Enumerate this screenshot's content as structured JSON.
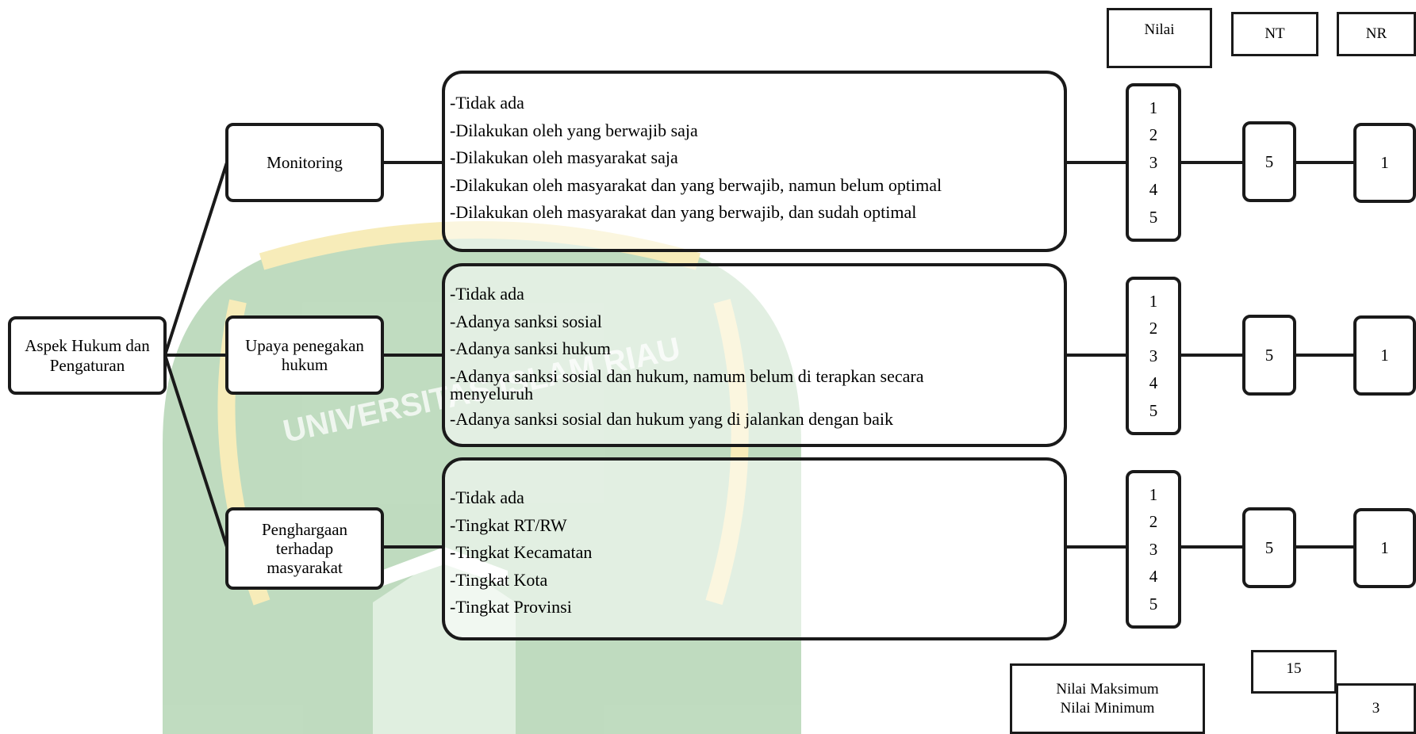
{
  "root": {
    "label": "Aspek Hukum dan Pengaturan"
  },
  "headers": {
    "nilai": "Nilai",
    "nt": "NT",
    "nr": "NR"
  },
  "criteria": [
    {
      "label": "Monitoring",
      "options": [
        "-Tidak ada",
        "-Dilakukan oleh yang berwajib saja",
        "-Dilakukan oleh masyarakat saja",
        "-Dilakukan oleh masyarakat dan yang berwajib, namun belum optimal",
        "-Dilakukan oleh masyarakat dan yang berwajib, dan sudah optimal"
      ],
      "values": [
        "1",
        "2",
        "3",
        "4",
        "5"
      ],
      "nt": "5",
      "nr": "1"
    },
    {
      "label": "Upaya penegakan hukum",
      "options": [
        "-Tidak ada",
        "-Adanya sanksi sosial",
        "-Adanya sanksi hukum",
        "-Adanya sanksi sosial dan hukum, namum belum di terapkan secara menyeluruh",
        "-Adanya sanksi sosial dan hukum yang di jalankan dengan baik"
      ],
      "values": [
        "1",
        "2",
        "3",
        "4",
        "5"
      ],
      "nt": "5",
      "nr": "1"
    },
    {
      "label": "Penghargaan terhadap masyarakat",
      "options": [
        "-Tidak ada",
        "-Tingkat RT/RW",
        "-Tingkat Kecamatan",
        "-Tingkat Kota",
        "-Tingkat Provinsi"
      ],
      "values": [
        "1",
        "2",
        "3",
        "4",
        "5"
      ],
      "nt": "5",
      "nr": "1"
    }
  ],
  "totals": {
    "max_label": "Nilai Maksimum",
    "min_label": "Nilai Minimum",
    "max_value": "15",
    "min_value": "3"
  },
  "watermark": {
    "text": "UNIVERSITAS ISLAM RIAU",
    "color": "#2e8b2e",
    "accent": "#e8c21a"
  }
}
